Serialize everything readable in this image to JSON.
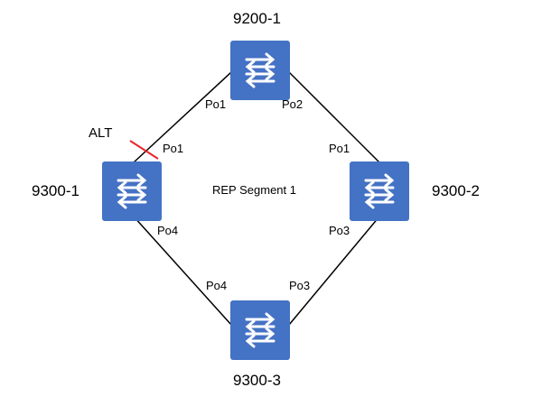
{
  "colors": {
    "switch_fill": "#4472C4",
    "link": "#000000",
    "blocked_marker": "#E8262A",
    "arrow": "#ffffff"
  },
  "icons": {
    "switch": "switch-arrows-icon"
  },
  "devices": [
    {
      "id": "sw-9200-1",
      "label": "9200-1"
    },
    {
      "id": "sw-9300-1",
      "label": "9300-1"
    },
    {
      "id": "sw-9300-2",
      "label": "9300-2"
    },
    {
      "id": "sw-9300-3",
      "label": "9300-3"
    }
  ],
  "ports": {
    "top_left": "Po1",
    "top_right": "Po2",
    "left_top": "Po1",
    "left_bottom": "Po4",
    "right_top": "Po1",
    "right_bottom": "Po3",
    "bottom_left": "Po4",
    "bottom_right": "Po3"
  },
  "segment_label": "REP Segment 1",
  "alt_label": "ALT"
}
